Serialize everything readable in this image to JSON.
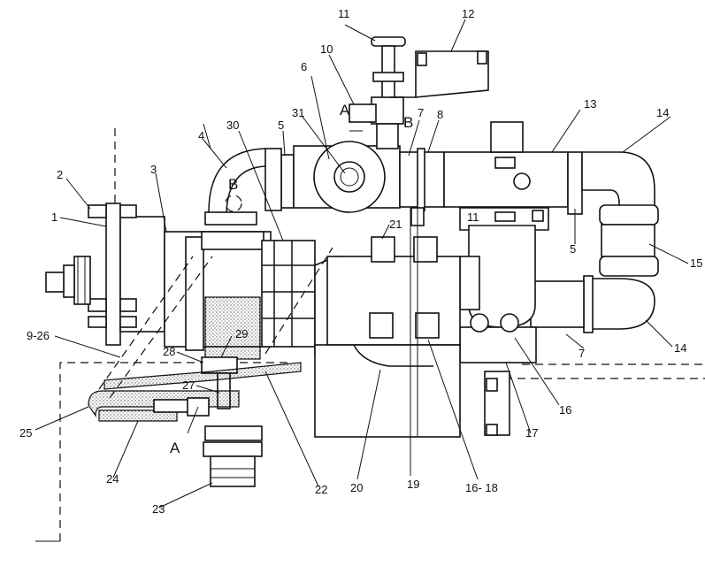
{
  "callouts": {
    "c1": "1",
    "c2": "2",
    "c3": "3",
    "c4": "4",
    "c5a": "5",
    "c5b": "5",
    "c6": "6",
    "c7a": "7",
    "c7b": "7",
    "c8": "8",
    "c9_26": "9-26",
    "c10": "10",
    "c11a": "11",
    "c11b": "11",
    "c12": "12",
    "c13": "13",
    "c14a": "14",
    "c14b": "14",
    "c15": "15",
    "c16": "16",
    "c16_18": "16- 18",
    "c17": "17",
    "c19": "19",
    "c20": "20",
    "c21": "21",
    "c22": "22",
    "c23": "23",
    "c24": "24",
    "c25": "25",
    "c27": "27",
    "c28": "28",
    "c29": "29",
    "c30": "30",
    "c31": "31"
  },
  "view_markers": {
    "a_top": "A",
    "a_bottom": "A",
    "b_left": "B",
    "b_top": "B"
  }
}
